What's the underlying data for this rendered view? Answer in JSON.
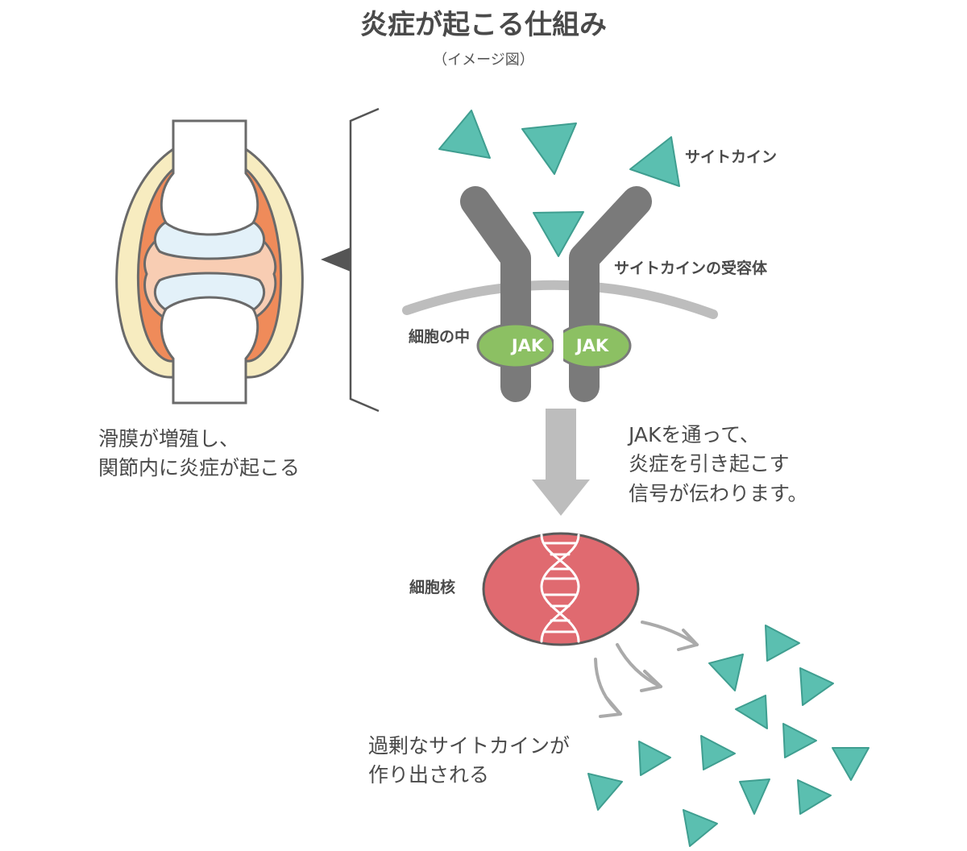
{
  "title": "炎症が起こる仕組み",
  "subtitle": "（イメージ図）",
  "labels": {
    "cytokine": "サイトカイン",
    "receptor": "サイトカインの受容体",
    "cell_inside": "細胞の中",
    "jak_left": "JAK",
    "jak_right": "JAK",
    "nucleus": "細胞核",
    "joint_line1": "滑膜が増殖し、",
    "joint_line2": "関節内に炎症が起こる",
    "signal_line1": "JAKを通って、",
    "signal_line2": "炎症を引き起こす",
    "signal_line3": "信号が伝わります。",
    "excess_line1": "過剰なサイトカインが",
    "excess_line2": "作り出される"
  },
  "colors": {
    "cytokine": "#5bbfb0",
    "receptor": "#7a7a7a",
    "jak": "#8cc063",
    "nucleus": "#e06a70",
    "synovium": "#ef8b5a",
    "capsule": "#f7ecc0",
    "cartilage": "#e3f1f9",
    "joint_space": "#f8cdb3",
    "membrane": "#bdbdbd",
    "arrow": "#bdbdbd"
  }
}
